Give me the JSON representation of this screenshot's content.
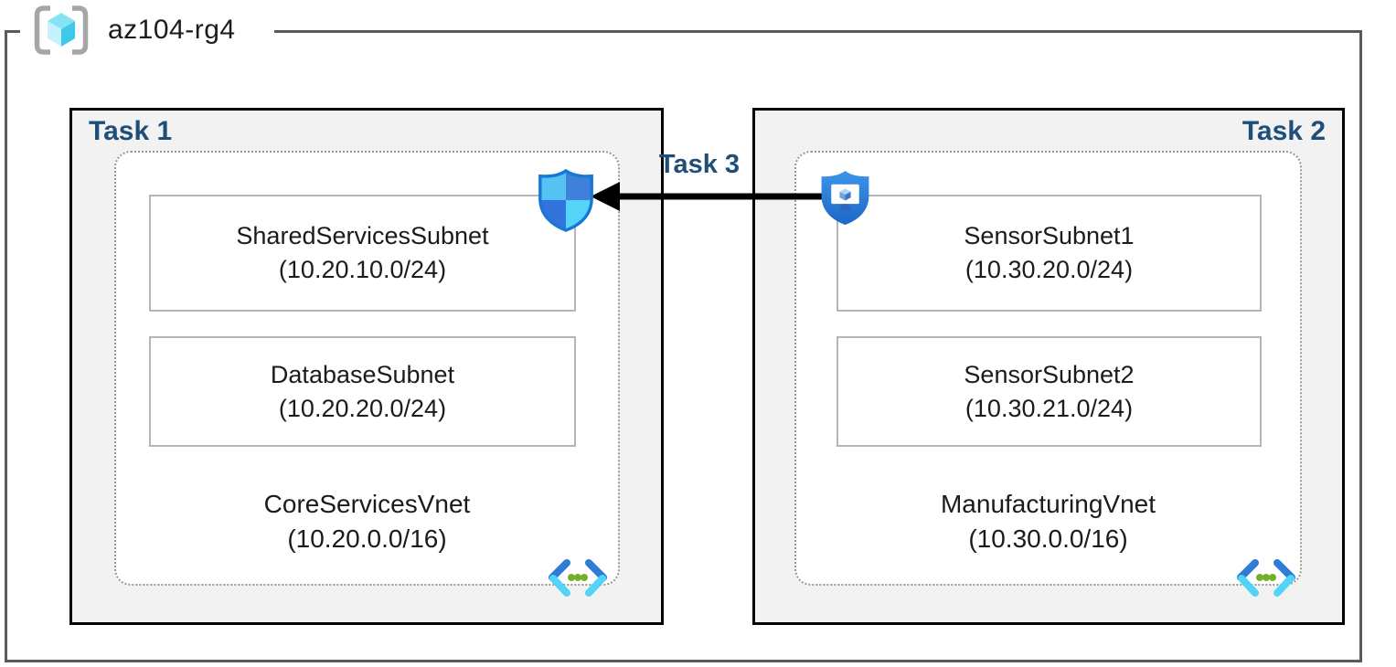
{
  "diagram": {
    "resource_group": {
      "name": "az104-rg4"
    },
    "tasks": {
      "task1": {
        "label": "Task 1"
      },
      "task2": {
        "label": "Task 2"
      },
      "task3": {
        "label": "Task 3"
      }
    },
    "vnets": {
      "core": {
        "name": "CoreServicesVnet",
        "cidr": "(10.20.0.0/16)",
        "subnets": [
          {
            "name": "SharedServicesSubnet",
            "cidr": "(10.20.10.0/24)"
          },
          {
            "name": "DatabaseSubnet",
            "cidr": "(10.20.20.0/24)"
          }
        ]
      },
      "manufacturing": {
        "name": "ManufacturingVnet",
        "cidr": "(10.30.0.0/16)",
        "subnets": [
          {
            "name": "SensorSubnet1",
            "cidr": "(10.30.20.0/24)"
          },
          {
            "name": "SensorSubnet2",
            "cidr": "(10.30.21.0/24)"
          }
        ]
      }
    },
    "icons": {
      "resource_group": "resource-group-icon",
      "nsg": "network-security-group-shield-icon",
      "bastion": "bastion-shield-monitor-icon",
      "vnet": "virtual-network-icon"
    },
    "accents": {
      "task_label_color": "#1F4E79",
      "azure_blue": "#2E7CD6",
      "azure_cyan": "#52D4F9",
      "arrow_color": "#000000"
    }
  }
}
